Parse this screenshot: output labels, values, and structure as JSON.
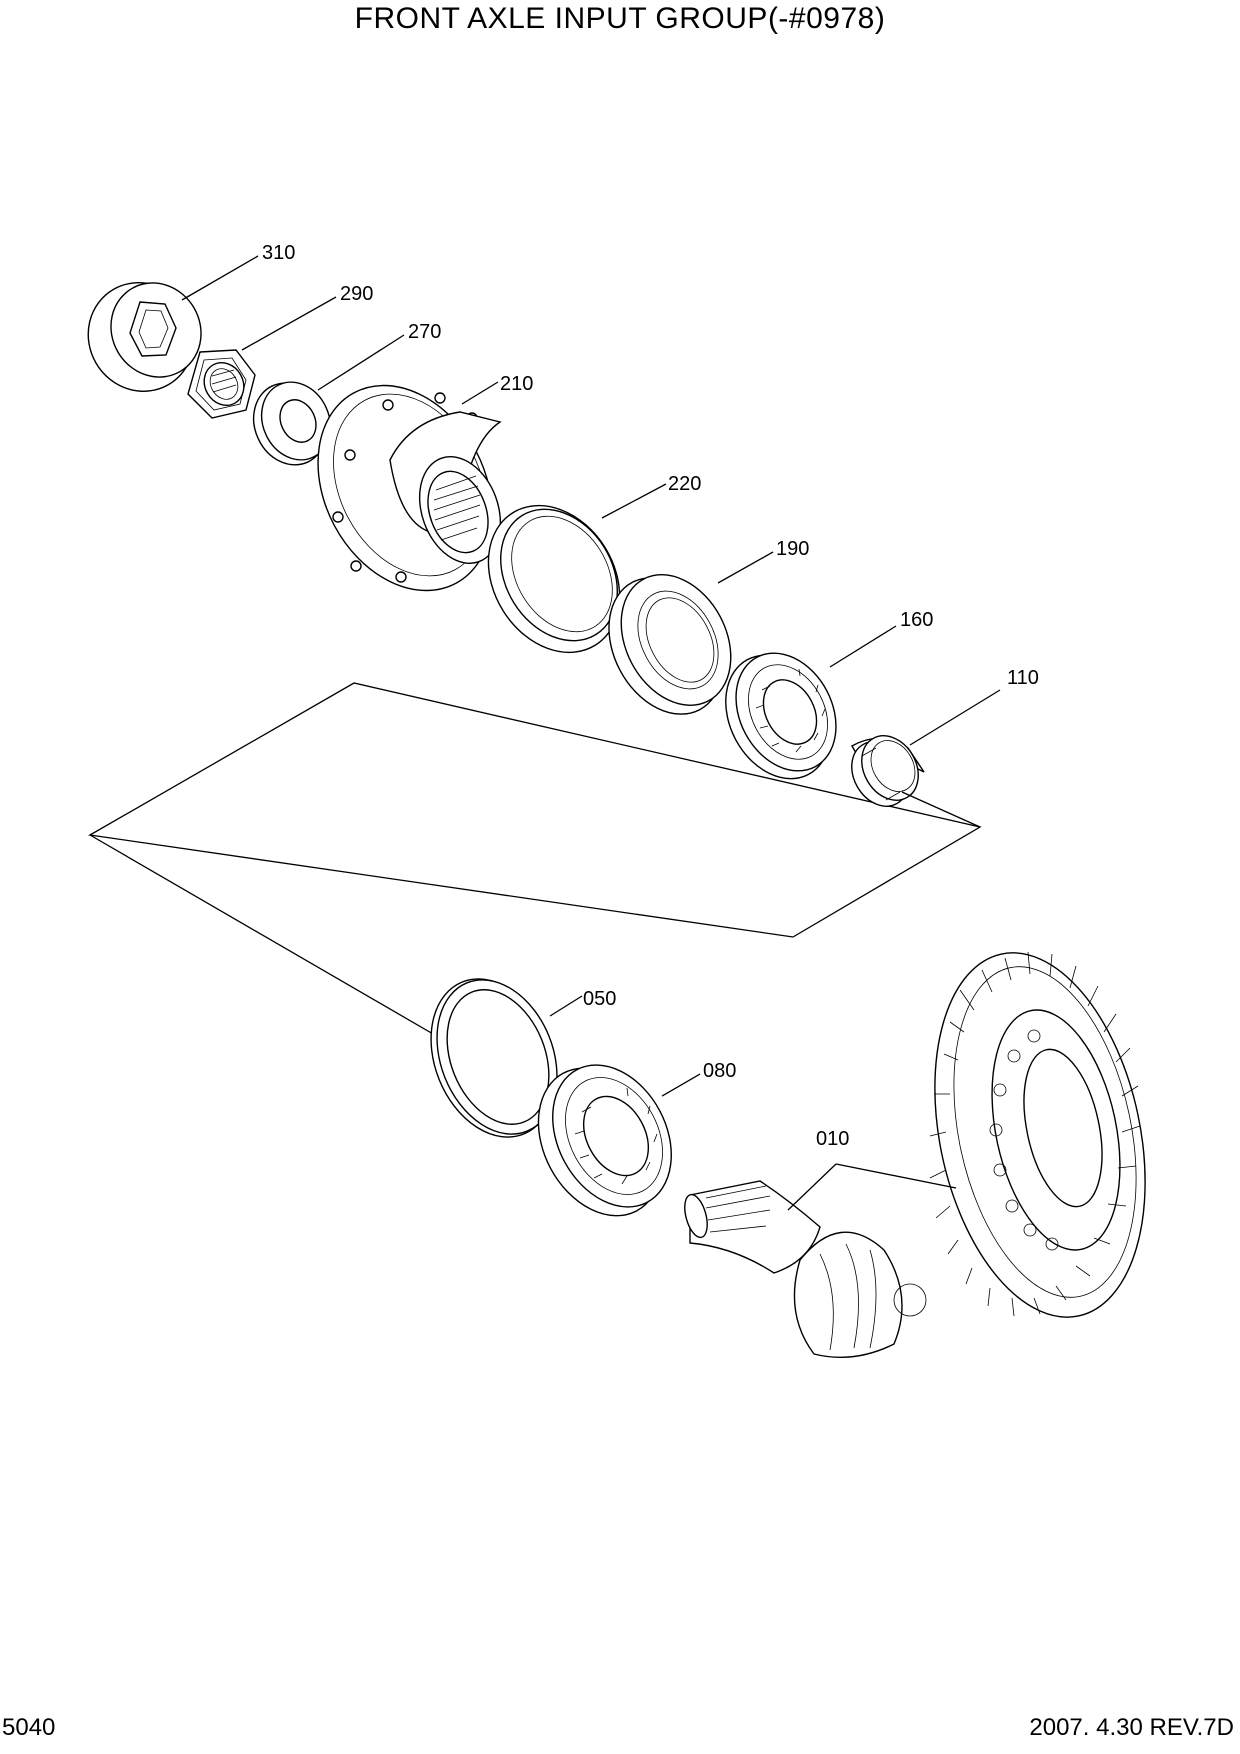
{
  "title": "FRONT AXLE INPUT GROUP(-#0978)",
  "page_number": "5040",
  "revision": "2007. 4.30  REV.7D",
  "parts": [
    {
      "id": "p310",
      "label": "310",
      "icon": "cap-nut-cover-icon"
    },
    {
      "id": "p290",
      "label": "290",
      "icon": "hex-nut-icon"
    },
    {
      "id": "p270",
      "label": "270",
      "icon": "washer-icon"
    },
    {
      "id": "p210",
      "label": "210",
      "icon": "flange-icon"
    },
    {
      "id": "p220",
      "label": "220",
      "icon": "seal-ring-icon"
    },
    {
      "id": "p190",
      "label": "190",
      "icon": "bearing-cup-icon"
    },
    {
      "id": "p160",
      "label": "160",
      "icon": "roller-bearing-icon"
    },
    {
      "id": "p110",
      "label": "110",
      "icon": "spacer-sleeve-icon"
    },
    {
      "id": "p050",
      "label": "050",
      "icon": "shim-ring-icon"
    },
    {
      "id": "p080",
      "label": "080",
      "icon": "roller-bearing-icon"
    },
    {
      "id": "p010",
      "label": "010",
      "icon": "bevel-gear-set-icon"
    }
  ]
}
